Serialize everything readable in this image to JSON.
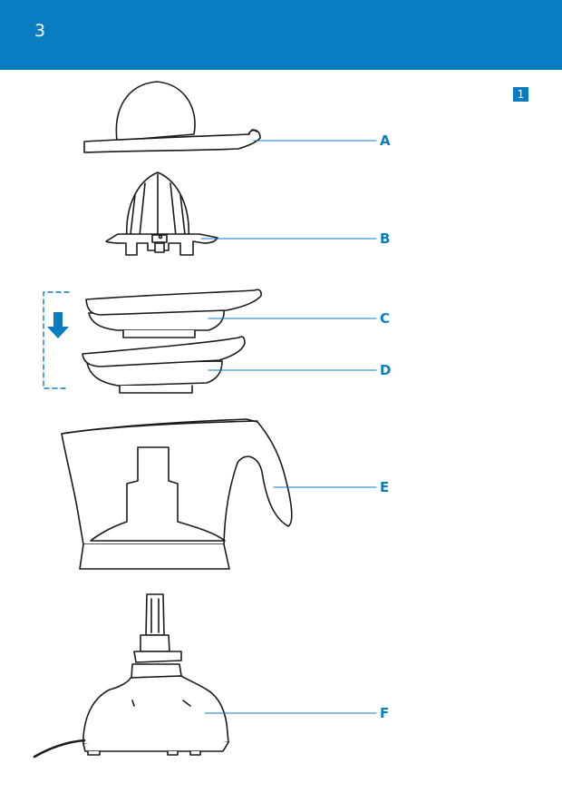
{
  "page": {
    "number": "3",
    "figure": "1"
  },
  "parts": [
    {
      "id": "A",
      "label": "A"
    },
    {
      "id": "B",
      "label": "B"
    },
    {
      "id": "C",
      "label": "C"
    },
    {
      "id": "D",
      "label": "D"
    },
    {
      "id": "E",
      "label": "E"
    },
    {
      "id": "F",
      "label": "F"
    }
  ],
  "colors": {
    "accent": "#0a7cc1",
    "line": "#1a1a1a",
    "fill": "#ffffff"
  }
}
